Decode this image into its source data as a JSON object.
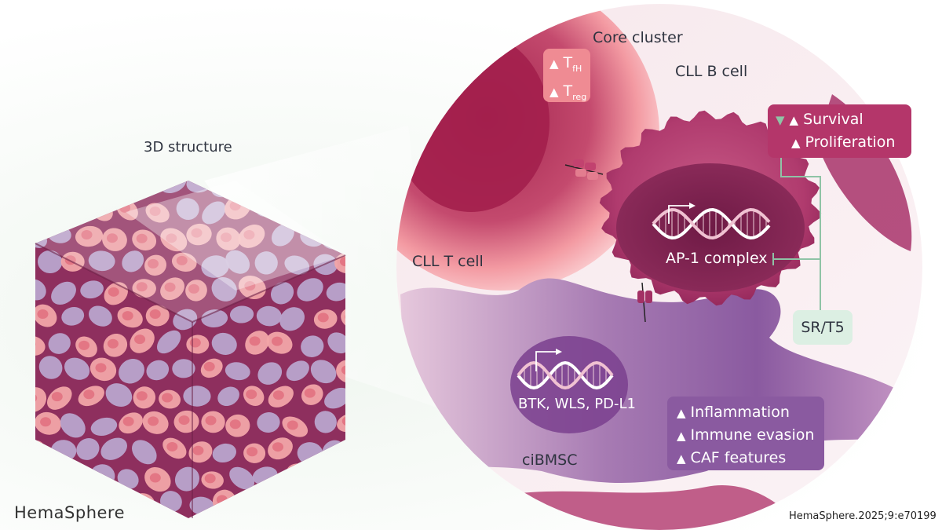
{
  "labels": {
    "structure_3d": "3D structure",
    "core_cluster": "Core cluster",
    "cll_b_cell": "CLL B cell",
    "cll_t_cell": "CLL T cell",
    "ciBMSC": "ciBMSC",
    "ap1_complex": "AP-1 complex",
    "stromal_genes": "BTK, WLS, PD-L1",
    "srt5": "SR/T5"
  },
  "tcell_box": {
    "item1_main": "T",
    "item1_sub": "fH",
    "item2_main": "T",
    "item2_sub": "reg",
    "up_symbol": "▲"
  },
  "bcell_box": {
    "down_symbol": "▼",
    "up_symbol": "▲",
    "item1": "Survival",
    "item2": "Proliferation"
  },
  "stroma_box": {
    "up_symbol": "▲",
    "item1": "Inflammation",
    "item2": "Immune evasion",
    "item3": "CAF features"
  },
  "footer": {
    "brand": "HemaSphere",
    "citation": "HemaSphere.2025;9:e70199"
  },
  "colors": {
    "matrix": "#8e2f5e",
    "tcell": "#f08f98",
    "bcell": "#b03b6e",
    "stroma": "#7f4f98",
    "box_pink": "#b4366a",
    "box_tcell": "#ef8b93",
    "box_purple": "#8a5aa0",
    "srt5_bg": "#dcefe3",
    "arrow_green": "#8fc3a6"
  }
}
